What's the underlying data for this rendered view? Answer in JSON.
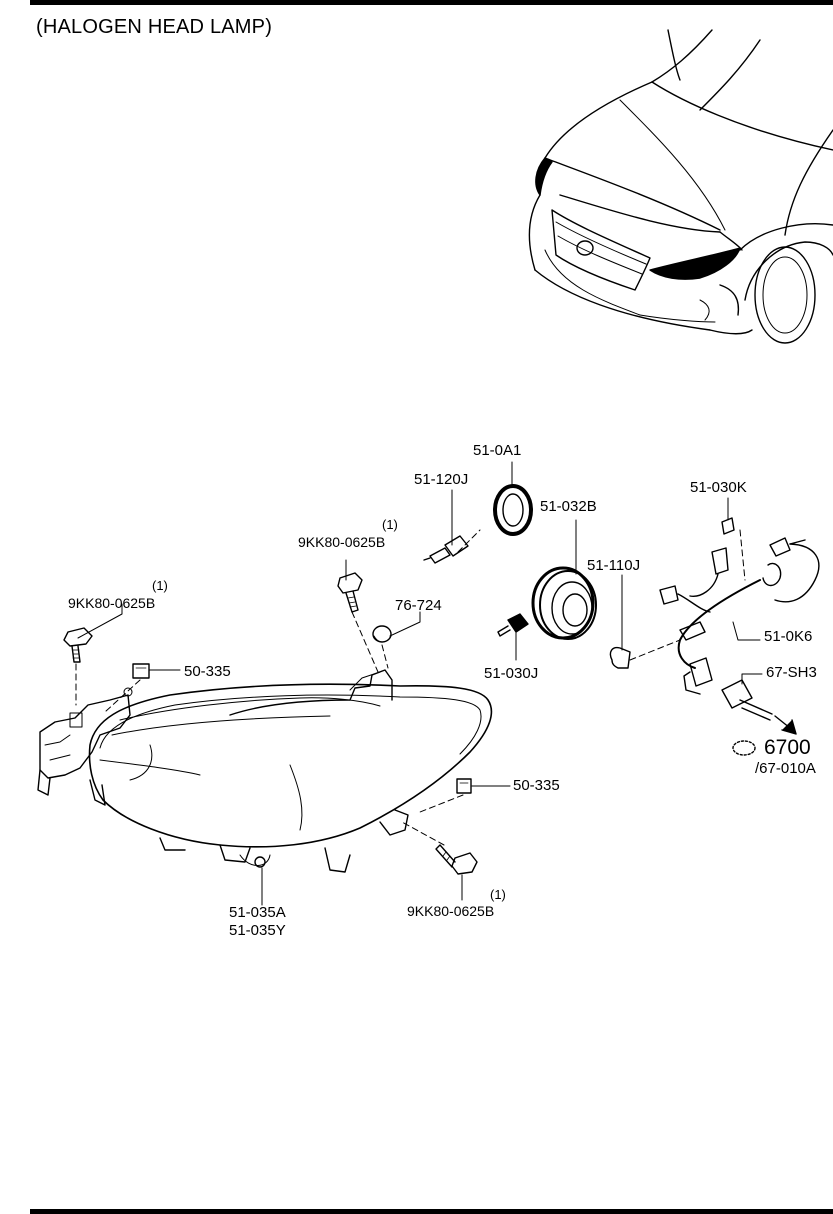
{
  "title": "(HALOGEN HEAD LAMP)",
  "parts": [
    {
      "id": "p-510a1",
      "label": "51-0A1"
    },
    {
      "id": "p-51120j",
      "label": "51-120J"
    },
    {
      "id": "p-51032b",
      "label": "51-032B"
    },
    {
      "id": "p-51030k",
      "label": "51-030K"
    },
    {
      "id": "p-51110j",
      "label": "51-110J"
    },
    {
      "id": "p-510k6",
      "label": "51-0K6"
    },
    {
      "id": "p-67sh3",
      "label": "67-SH3"
    },
    {
      "id": "p-76724",
      "label": "76-724"
    },
    {
      "id": "p-51030j",
      "label": "51-030J"
    },
    {
      "id": "p-50335a",
      "label": "50-335"
    },
    {
      "id": "p-50335b",
      "label": "50-335"
    },
    {
      "id": "p-51035a",
      "label": "51-035A"
    },
    {
      "id": "p-51035y",
      "label": "51-035Y"
    }
  ],
  "bolts": [
    {
      "label": "9KK80-0625B",
      "qty": "(1)"
    },
    {
      "label": "9KK80-0625B",
      "qty": "(1)"
    },
    {
      "label": "9KK80-0625B",
      "qty": "(1)"
    }
  ],
  "reference": {
    "group": "6700",
    "sub": "/67-010A"
  }
}
